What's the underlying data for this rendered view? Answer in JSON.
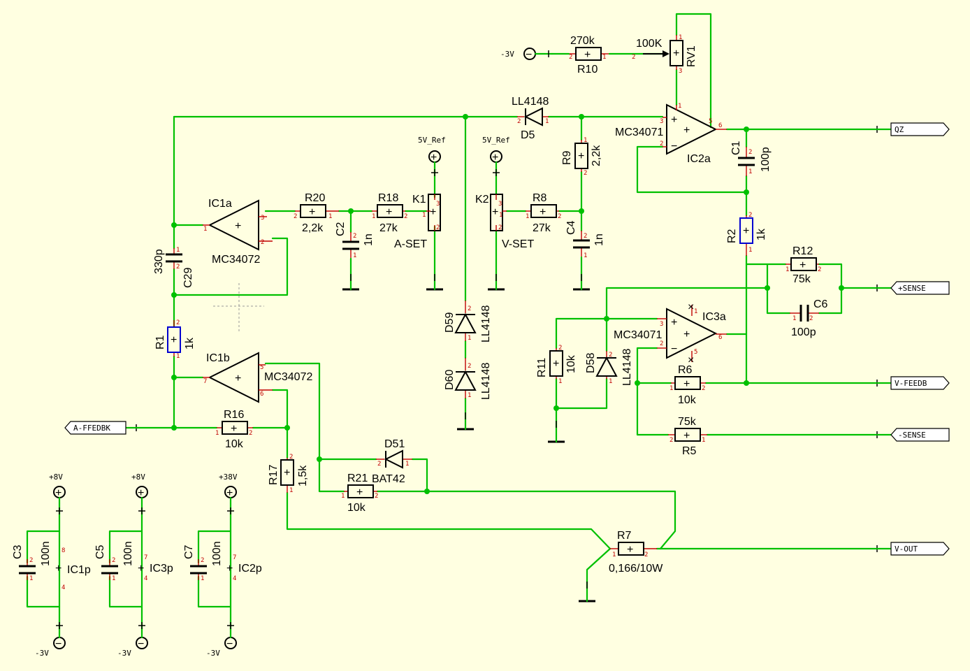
{
  "colors": {
    "background": "#ffffe1",
    "wire": "#00c000",
    "pin": "#c00000",
    "symbol": "#000000",
    "highlight": "#0000d0"
  },
  "components": {
    "r10": {
      "ref": "R10",
      "value": "270k"
    },
    "rv1": {
      "ref": "RV1",
      "value": "100K"
    },
    "d5": {
      "ref": "D5",
      "value": "LL4148"
    },
    "ic2a": {
      "ref": "IC2a",
      "value": "MC34071"
    },
    "c1": {
      "ref": "C1",
      "value": "100p"
    },
    "r9": {
      "ref": "R9",
      "value": "2,2k"
    },
    "ic1a": {
      "ref": "IC1a",
      "value": "MC34072"
    },
    "r20": {
      "ref": "R20",
      "value": "2,2k"
    },
    "c2": {
      "ref": "C2",
      "value": "1n"
    },
    "r18": {
      "ref": "R18",
      "value": "27k"
    },
    "k1": {
      "ref": "K1",
      "value": "A-SET"
    },
    "k2": {
      "ref": "K2",
      "value": "V-SET"
    },
    "r8": {
      "ref": "R8",
      "value": "27k"
    },
    "c4": {
      "ref": "C4",
      "value": "1n"
    },
    "c29": {
      "ref": "C29",
      "value": "330p"
    },
    "r1": {
      "ref": "R1",
      "value": "1k"
    },
    "r2": {
      "ref": "R2",
      "value": "1k"
    },
    "r12": {
      "ref": "R12",
      "value": "75k"
    },
    "c6": {
      "ref": "C6",
      "value": "100p"
    },
    "d59": {
      "ref": "D59",
      "value": "LL4148"
    },
    "d60": {
      "ref": "D60",
      "value": "LL4148"
    },
    "ic3a": {
      "ref": "IC3a",
      "value": "MC34071"
    },
    "r11": {
      "ref": "R11",
      "value": "10k"
    },
    "d58": {
      "ref": "D58",
      "value": "LL4148"
    },
    "r6": {
      "ref": "R6",
      "value": "10k"
    },
    "r5": {
      "ref": "R5",
      "value": "75k"
    },
    "ic1b": {
      "ref": "IC1b",
      "value": "MC34072"
    },
    "r16": {
      "ref": "R16",
      "value": "10k"
    },
    "r17": {
      "ref": "R17",
      "value": "1,5k"
    },
    "d51": {
      "ref": "D51",
      "value": "BAT42"
    },
    "r21": {
      "ref": "R21",
      "value": "10k"
    },
    "r7": {
      "ref": "R7",
      "value": "0,166/10W"
    },
    "c3": {
      "ref": "C3",
      "value": "100n"
    },
    "c5": {
      "ref": "C5",
      "value": "100n"
    },
    "c7": {
      "ref": "C7",
      "value": "100n"
    },
    "ic1p": {
      "ref": "IC1p"
    },
    "ic3p": {
      "ref": "IC3p"
    },
    "ic2p": {
      "ref": "IC2p"
    }
  },
  "power": {
    "neg3v": "-3V",
    "ref5v": "5V_Ref",
    "pos8v": "+8V",
    "pos38v": "+38V"
  },
  "ports": {
    "qz": "QZ",
    "sense_p": "+SENSE",
    "vfeedb": "V-FEEDB",
    "sense_n": "-SENSE",
    "vout": "V-OUT",
    "affedbk": "A-FFEDBK"
  }
}
